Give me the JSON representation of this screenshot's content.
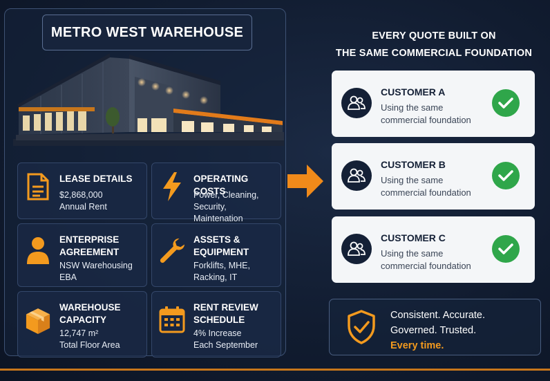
{
  "left": {
    "title": "METRO WEST WAREHOUSE",
    "cards": {
      "lease": {
        "title": "LEASE DETAILS",
        "text": "$2,868,000\nAnnual Rent",
        "icon": "document-icon"
      },
      "ops": {
        "title": "OPERATING COSTS",
        "text": "Power, Cleaning,\nSecurity, Maintenation",
        "icon": "lightning-icon"
      },
      "ea": {
        "title": "ENTERPRISE\nAGREEMENT",
        "text": "NSW Warehousing\nEBA",
        "icon": "person-icon"
      },
      "assets": {
        "title": "ASSETS &\nEQUIPMENT",
        "text": "Forklifts, MHE,\nRacking, IT",
        "icon": "wrench-icon"
      },
      "capacity": {
        "title": "WAREHOUSE\nCAPACITY",
        "text": "12,747 m²\nTotal Floor Area",
        "icon": "box-icon"
      },
      "rent": {
        "title": "RENT REVIEW\nSCHEDULE",
        "text": "4% Increase\nEach September",
        "icon": "calendar-icon"
      }
    }
  },
  "right": {
    "headline": "EVERY QUOTE BUILT ON\nTHE SAME COMMERCIAL FOUNDATION",
    "customers": [
      {
        "name": "CUSTOMER A",
        "desc": "Using the same\ncommercial foundation"
      },
      {
        "name": "CUSTOMER B",
        "desc": "Using the same\ncommercial foundation"
      },
      {
        "name": "CUSTOMER C",
        "desc": "Using the same\ncommercial foundation"
      }
    ],
    "summary": {
      "line1": "Consistent. Accurate.",
      "line2": "Governed. Trusted.",
      "line3": "Every time."
    }
  },
  "colors": {
    "accent": "#f39a1e",
    "check": "#2fa64a",
    "navy": "#142036",
    "card_bg": "#f4f6f8"
  }
}
